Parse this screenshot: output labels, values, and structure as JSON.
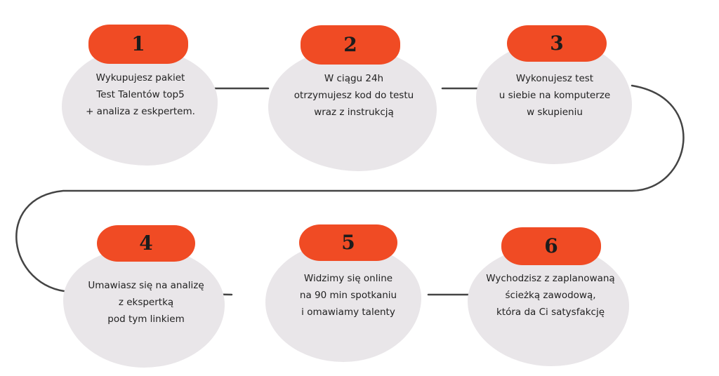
{
  "diagram": {
    "type": "process-steps",
    "accent_color": "#f04b24",
    "bubble_color": "#e9e6e9",
    "line_color": "#444444",
    "steps": [
      {
        "number": "1",
        "lines": [
          "Wykupujesz pakiet",
          "Test Talentów top5",
          "+ analiza z eskpertem."
        ]
      },
      {
        "number": "2",
        "lines": [
          "W ciągu 24h",
          "otrzymujesz kod do testu",
          "wraz z instrukcją"
        ]
      },
      {
        "number": "3",
        "lines": [
          "Wykonujesz test",
          "u siebie na komputerze",
          "w skupieniu"
        ]
      },
      {
        "number": "4",
        "lines": [
          "Umawiasz się na analizę",
          "z ekspertką",
          "pod tym linkiem"
        ]
      },
      {
        "number": "5",
        "lines": [
          "Widzimy się online",
          "na 90 min spotkaniu",
          "i omawiamy talenty"
        ]
      },
      {
        "number": "6",
        "lines": [
          "Wychodzisz z zaplanowaną",
          "ścieżką zawodową,",
          "która da Ci satysfakcję"
        ]
      }
    ]
  }
}
